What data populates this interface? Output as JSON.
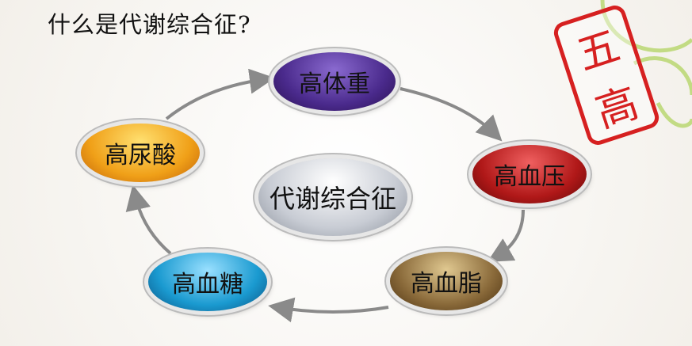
{
  "title": "什么是代谢综合征?",
  "center": "代谢综合征",
  "nodes": {
    "weight": "高体重",
    "pressure": "高血压",
    "lipid": "高血脂",
    "sugar": "高血糖",
    "uric": "高尿酸"
  },
  "stamp": {
    "char1": "五",
    "char2": "高"
  },
  "colors": {
    "weight": "#4a2a8c",
    "pressure": "#b01818",
    "lipid": "#8a6a3a",
    "sugar": "#1a9ad0",
    "uric": "#f0a018",
    "center": "#c8ccd4",
    "arrow": "#8a8a8a",
    "stamp": "#d62020"
  }
}
